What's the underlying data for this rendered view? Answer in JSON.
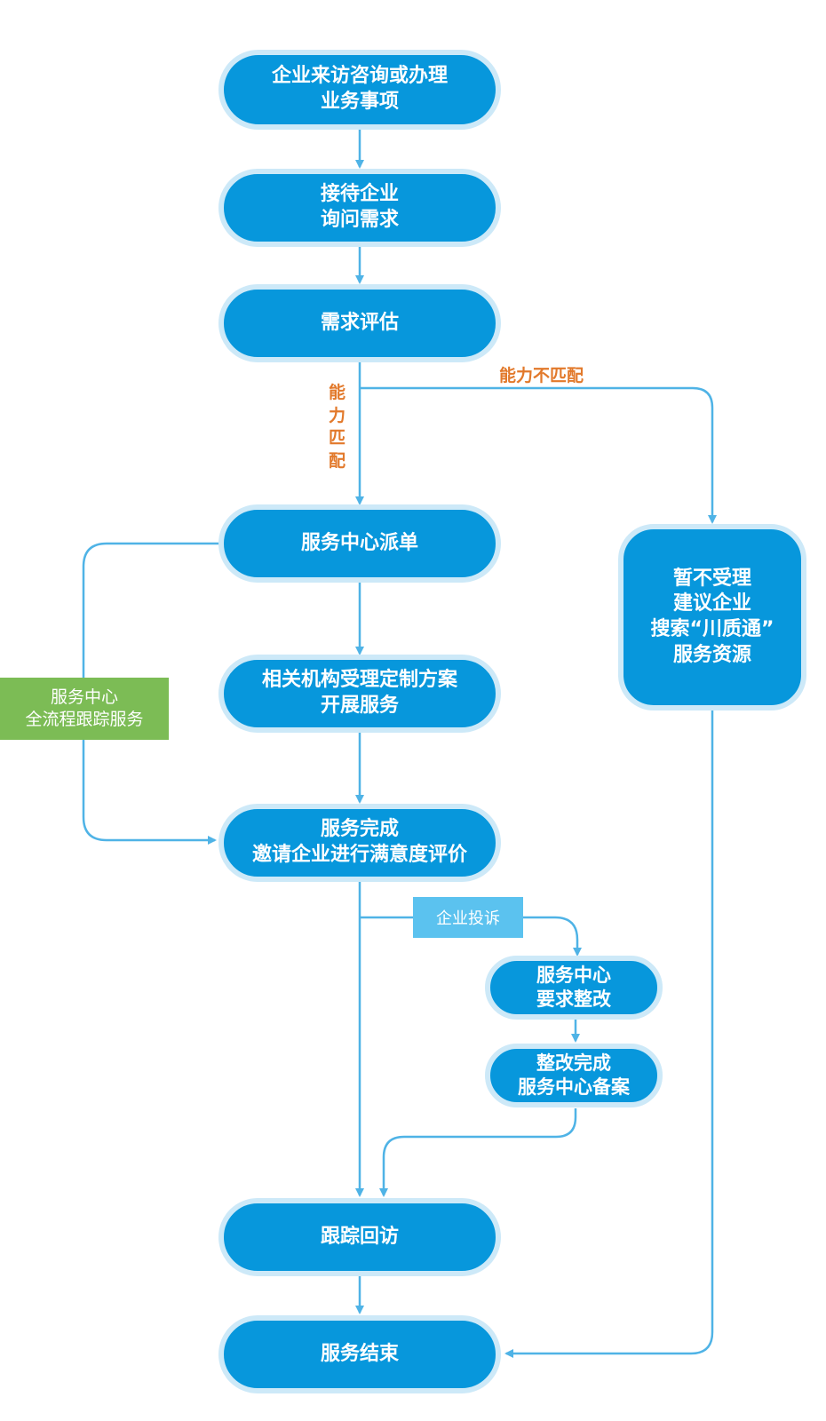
{
  "nodes": {
    "visit": "企业来访咨询或办理\n业务事项",
    "reception": "接待企业\n询问需求",
    "assess": "需求评估",
    "dispatch": "服务中心派单",
    "institution": "相关机构受理定制方案\n开展服务",
    "complete": "服务完成\n邀请企业进行满意度评价",
    "rectify_request": "服务中心\n要求整改",
    "rectify_done": "整改完成\n服务中心备案",
    "followup": "跟踪回访",
    "end": "服务结束",
    "reject": "暂不受理\n建议企业\n搜索“川质通”\n服务资源"
  },
  "labels": {
    "match": "能\n力\n匹\n配",
    "mismatch": "能力不匹配",
    "tracking": "服务中心\n全流程跟踪服务",
    "complaint": "企业投诉"
  },
  "colors": {
    "node_fill": "#0797dc",
    "node_ring": "#cde9f8",
    "arrow": "#4fb3e6",
    "label_orange": "#e2792b",
    "tracking_green": "#7cbc55",
    "complaint_cyan": "#5bc2ef"
  }
}
